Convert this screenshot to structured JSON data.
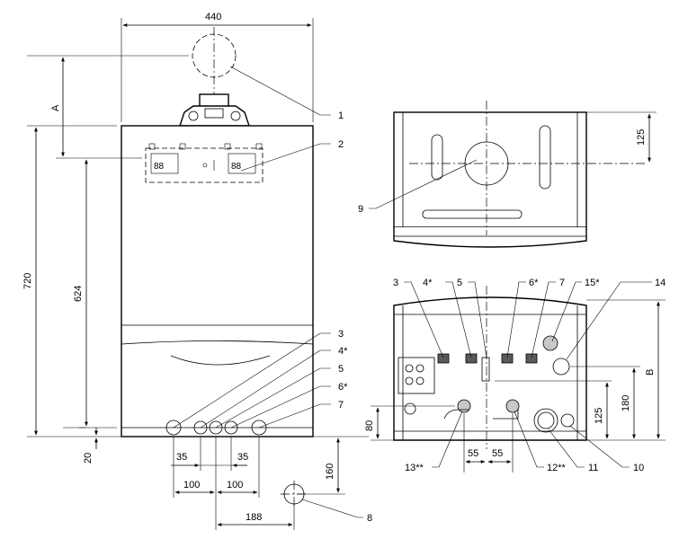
{
  "front_view": {
    "dims": {
      "width": "440",
      "height_total": "720",
      "height_fixing": "624",
      "flue_clearance": "A",
      "bottom_clearance": "20",
      "pipe_pitch_left": "35",
      "pipe_pitch_right": "35",
      "pipe_span_left": "100",
      "pipe_span_right": "100",
      "flue_offset": "188",
      "flue_below": "160"
    },
    "callouts": [
      "1",
      "2",
      "3",
      "4*",
      "5",
      "6*",
      "7",
      "8"
    ]
  },
  "top_view": {
    "dims": {
      "depth": "125"
    },
    "callouts": [
      "9"
    ]
  },
  "bottom_view": {
    "dims": {
      "pitch_left": "55",
      "pitch_right": "55",
      "left_height": "80",
      "h125": "125",
      "h180": "180",
      "clearance_b": "B"
    },
    "callouts_top": [
      "3",
      "4*",
      "5",
      "6*",
      "7",
      "15*",
      "14"
    ],
    "callouts_bottom": [
      "13**",
      "12**",
      "11",
      "10"
    ]
  }
}
